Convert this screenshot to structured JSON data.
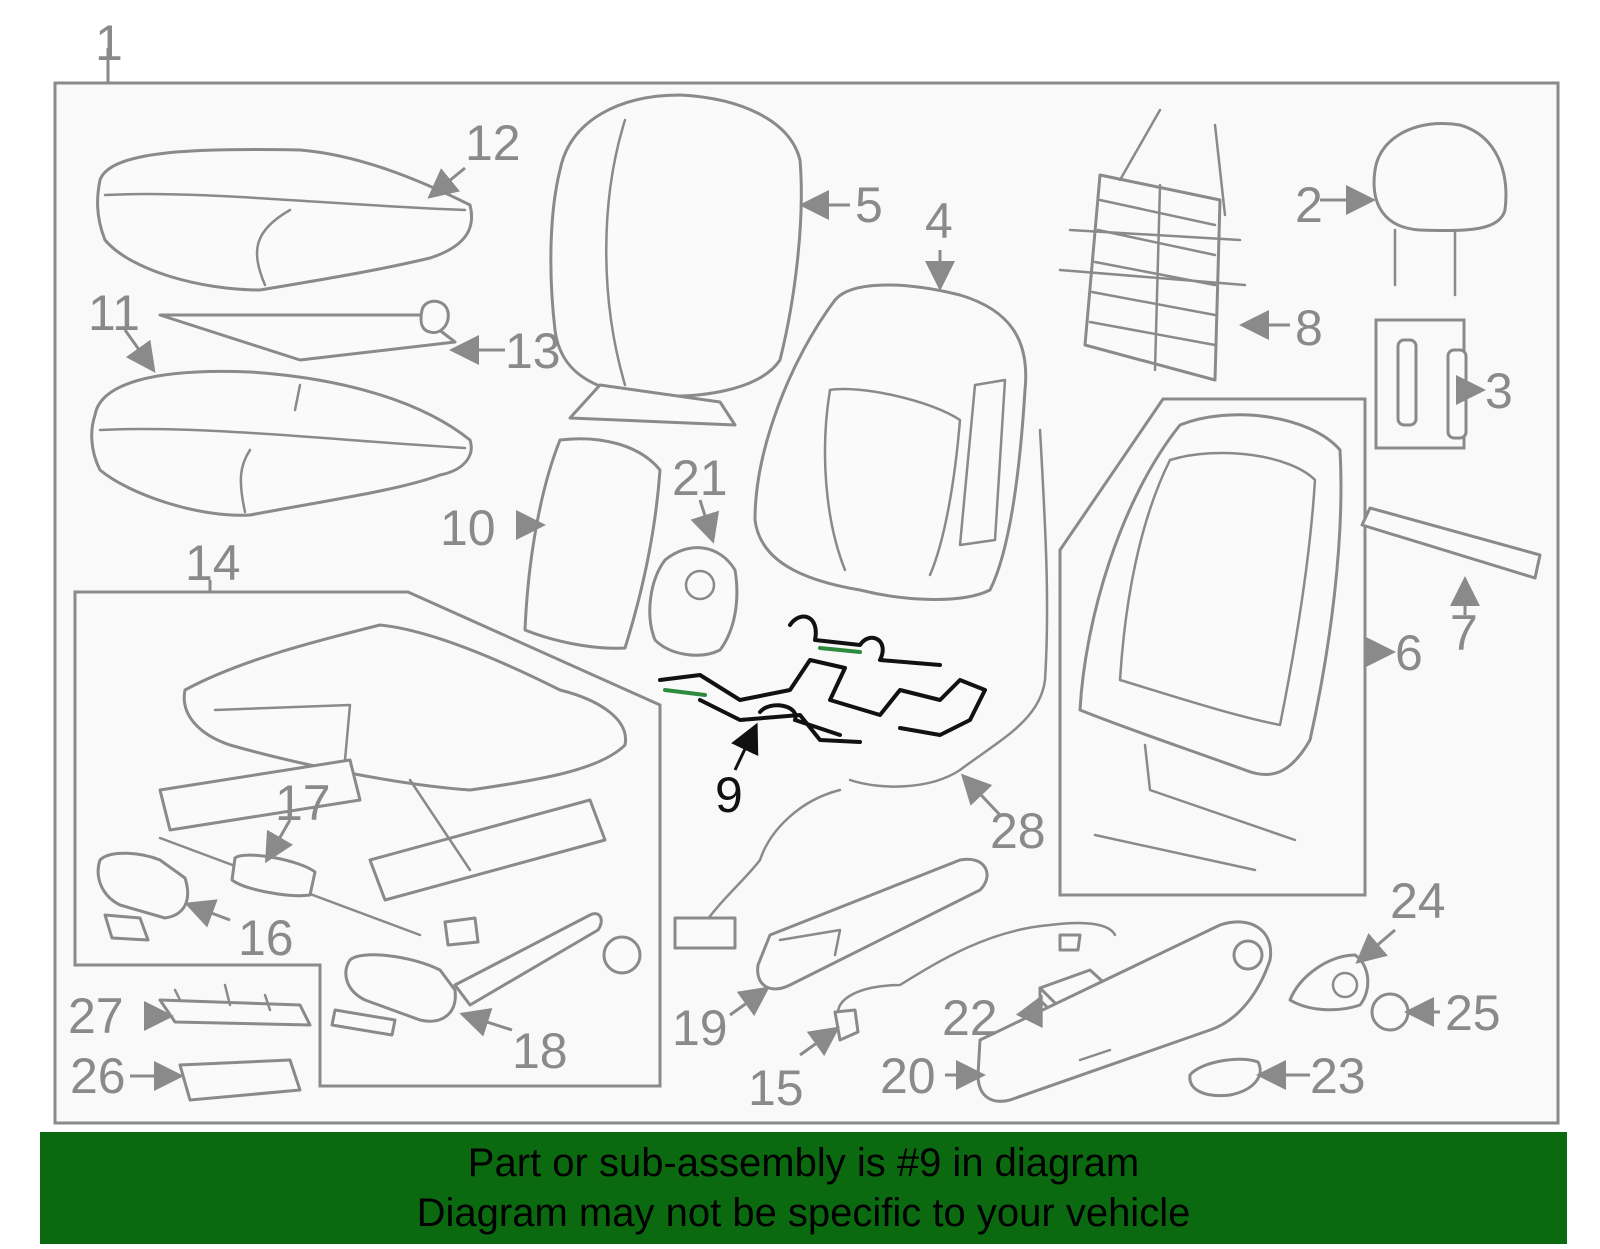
{
  "callouts": [
    "1",
    "2",
    "3",
    "4",
    "5",
    "6",
    "7",
    "8",
    "9",
    "10",
    "11",
    "12",
    "13",
    "14",
    "15",
    "16",
    "17",
    "18",
    "19",
    "20",
    "21",
    "22",
    "23",
    "24",
    "25",
    "26",
    "27",
    "28"
  ],
  "highlighted_part": "9",
  "banner": {
    "line1": "Part or sub-assembly is #9 in diagram",
    "line2": "Diagram may not be specific to your vehicle"
  },
  "colors": {
    "banner_background": "#0b6a10",
    "part_line": "#8a8a8a",
    "highlight_part": "#111111",
    "highlight_accent": "#2e8b3e"
  }
}
